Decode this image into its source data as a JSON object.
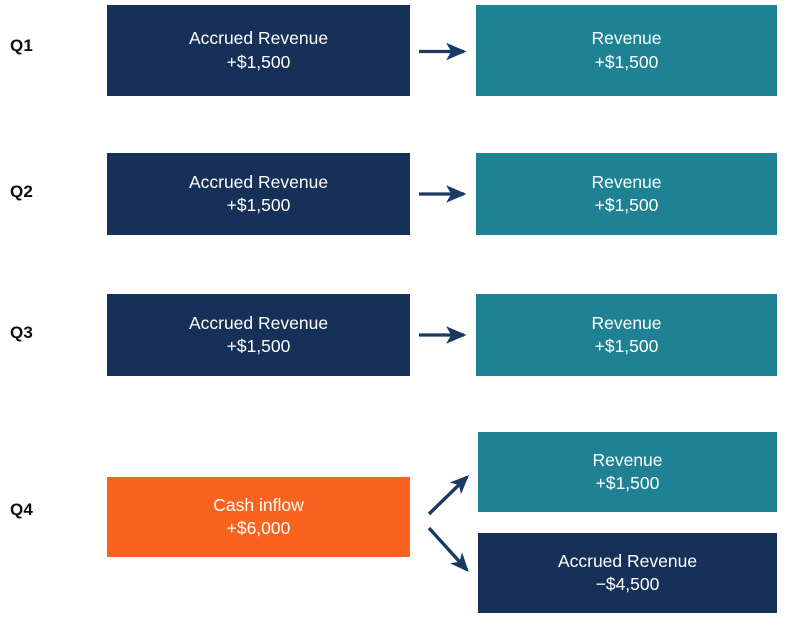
{
  "diagram": {
    "type": "accrual-revenue-flow",
    "background_color": "#FFFFFF",
    "palette": {
      "navy": "#163058",
      "teal": "#1F8294",
      "orange": "#F9631E",
      "arrow": "#1A3A63",
      "label_text": "#0D0D0D",
      "box_text": "#FFFFFF"
    },
    "rows": [
      {
        "label": "Q1",
        "source": {
          "title": "Accrued Revenue",
          "amount": "+$1,500",
          "color": "navy"
        },
        "arrow": "arrow-right",
        "targets": [
          {
            "title": "Revenue",
            "amount": "+$1,500",
            "color": "teal"
          }
        ]
      },
      {
        "label": "Q2",
        "source": {
          "title": "Accrued Revenue",
          "amount": "+$1,500",
          "color": "navy"
        },
        "arrow": "arrow-right",
        "targets": [
          {
            "title": "Revenue",
            "amount": "+$1,500",
            "color": "teal"
          }
        ]
      },
      {
        "label": "Q3",
        "source": {
          "title": "Accrued Revenue",
          "amount": "+$1,500",
          "color": "navy"
        },
        "arrow": "arrow-right",
        "targets": [
          {
            "title": "Revenue",
            "amount": "+$1,500",
            "color": "teal"
          }
        ]
      },
      {
        "label": "Q4",
        "source": {
          "title": "Cash inflow",
          "amount": "+$6,000",
          "color": "orange"
        },
        "arrow": "arrow-branch-up-down",
        "targets": [
          {
            "title": "Revenue",
            "amount": "+$1,500",
            "color": "teal"
          },
          {
            "title": "Accrued Revenue",
            "amount": "−$4,500",
            "color": "navy"
          }
        ]
      }
    ]
  }
}
